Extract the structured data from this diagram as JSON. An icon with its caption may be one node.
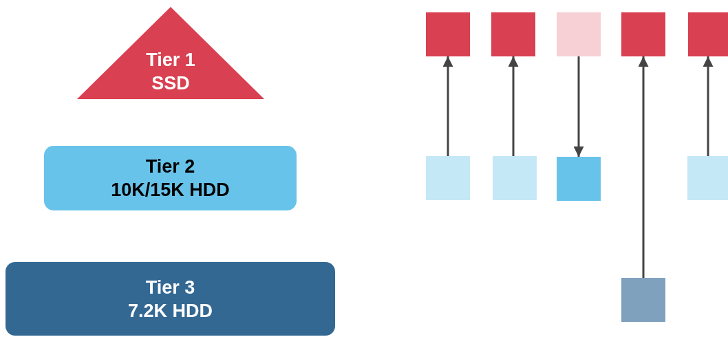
{
  "diagram": {
    "nodes": [
      {
        "text": [
          "Tier 1",
          "SSD"
        ]
      },
      {
        "text": [
          "Tier 2",
          "10K/15K HDD"
        ]
      },
      {
        "text": [
          "Tier 3",
          "7.2K HDD"
        ]
      },
      {
        "text": [],
        "shape": "box"
      },
      {
        "text": [],
        "shape": "box"
      },
      {
        "text": [],
        "shape": "box"
      },
      {
        "text": [],
        "shape": "box"
      },
      {
        "text": [],
        "shape": "box"
      },
      {
        "text": [],
        "shape": "box"
      },
      {
        "text": [],
        "shape": "box"
      },
      {
        "text": [],
        "shape": "box"
      },
      {
        "text": [],
        "shape": "box"
      },
      {
        "text": [],
        "shape": "box"
      }
    ],
    "edges": [
      {
        "from": 8,
        "to": 3,
        "arrow": "to"
      },
      {
        "from": 9,
        "to": 4,
        "arrow": "to"
      },
      {
        "from": 5,
        "to": 10,
        "arrow": "to"
      },
      {
        "from": 12,
        "to": 6,
        "arrow": "to"
      },
      {
        "from": 11,
        "to": 7,
        "arrow": "to"
      }
    ]
  }
}
